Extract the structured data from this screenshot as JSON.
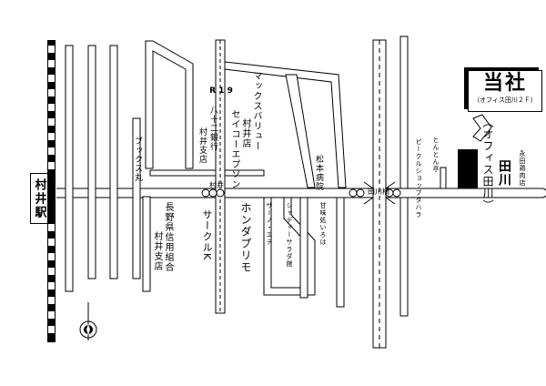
{
  "map": {
    "station_name": "村井駅",
    "company": {
      "title": "当社",
      "subtitle": "（オフィス田川２Ｆ）"
    },
    "route": "R 1 9",
    "landmarks": {
      "max_value": "マックスバリュー",
      "max_value_sub": "村井店",
      "seiko_epson": "セイコーエプソン",
      "hachijuni": "八十二銀行",
      "hachijuni_branch": "村井支店",
      "matsumoto_hospital": "松本病院",
      "book_maru": "ブックス丸",
      "nagano_credit": "長野県信用組合",
      "nagano_credit_branch": "村井支店",
      "murai_intersection": "村井",
      "circle_k": "サークルK",
      "honda_primo": "ホンダプリモ",
      "sadatsuchi": "サーノ・エテ",
      "shadai": "シャディーサラダ館",
      "kanmi_iroha": "甘味処いろは",
      "tagawa_bridge": "田川橋",
      "tagawa_river": "田川",
      "office_tagawa": "（オフィス田川）",
      "tonton": "とんとん亭",
      "piko": "ピークルショップタハラ",
      "nagata": "永田鶏肉店"
    },
    "icons": {
      "compass": "compass-icon",
      "railway": "railway-icon"
    },
    "colors": {
      "road": "#ffffff",
      "outline": "#000000",
      "building": "#000000"
    }
  }
}
